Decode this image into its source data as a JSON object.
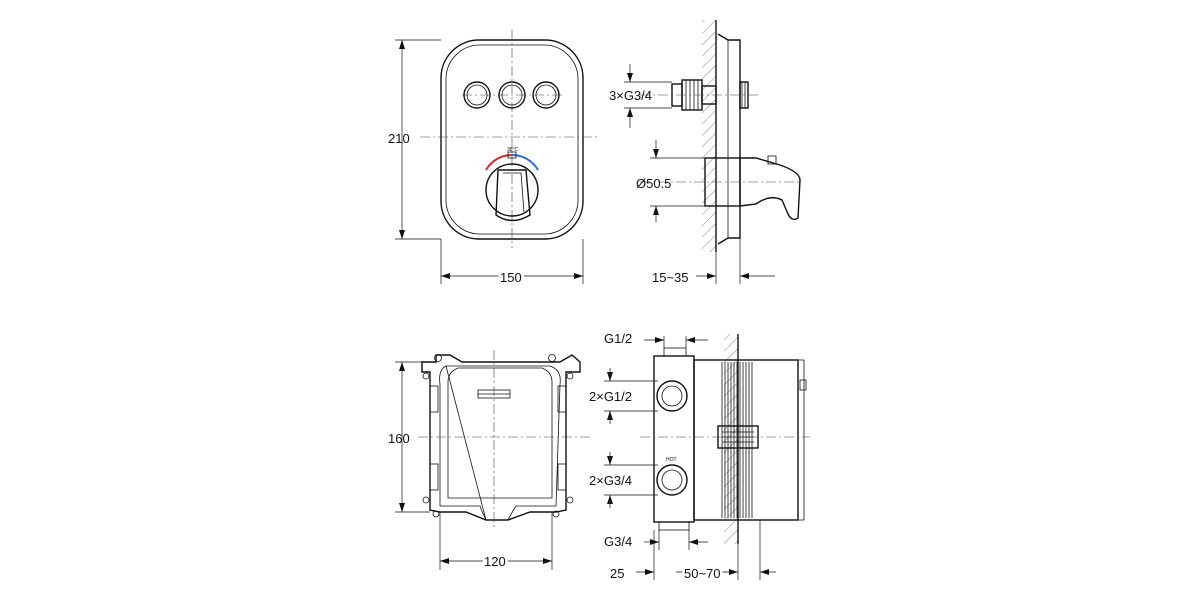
{
  "views": {
    "front_plate": {
      "height_label": "210",
      "width_label": "150",
      "temp_label": "38°C"
    },
    "side_plate": {
      "inlet_label": "3×G3/4",
      "diameter_label": "Ø50.5",
      "depth_label": "15~35"
    },
    "front_box": {
      "height_label": "160",
      "width_label": "120"
    },
    "side_box": {
      "top_label": "G1/2",
      "upper_label": "2×G1/2",
      "lower_label": "2×G3/4",
      "bottom_label": "G3/4",
      "hot_label": "HOT",
      "offset_label": "25",
      "depth_label": "50~70"
    }
  }
}
